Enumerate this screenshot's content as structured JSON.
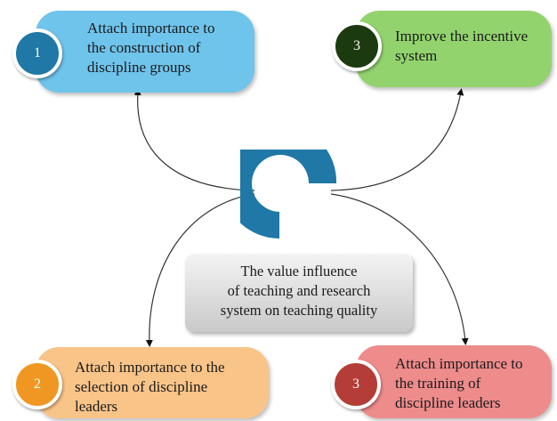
{
  "diagram": {
    "boxes": [
      {
        "number": "1",
        "text": "Attach importance to\nthe construction of\ndiscipline groups",
        "color": "#6fc4ec",
        "badge_color": "#1f78a5"
      },
      {
        "number": "3",
        "text": "Improve the incentive\nsystem",
        "color": "#92d36e",
        "badge_color": "#1c3a10"
      },
      {
        "number": "2",
        "text": "Attach importance to the\nselection of discipline\nleaders",
        "color": "#f9c488",
        "badge_color": "#ef9722"
      },
      {
        "number": "3",
        "text": "Attach importance to\nthe training of\ndiscipline leaders",
        "color": "#ee8b8b",
        "badge_color": "#b43d38"
      }
    ],
    "center_text": "The value influence\nof teaching and research\nsystem on teaching quality",
    "logo_color": "#1f78a5"
  }
}
